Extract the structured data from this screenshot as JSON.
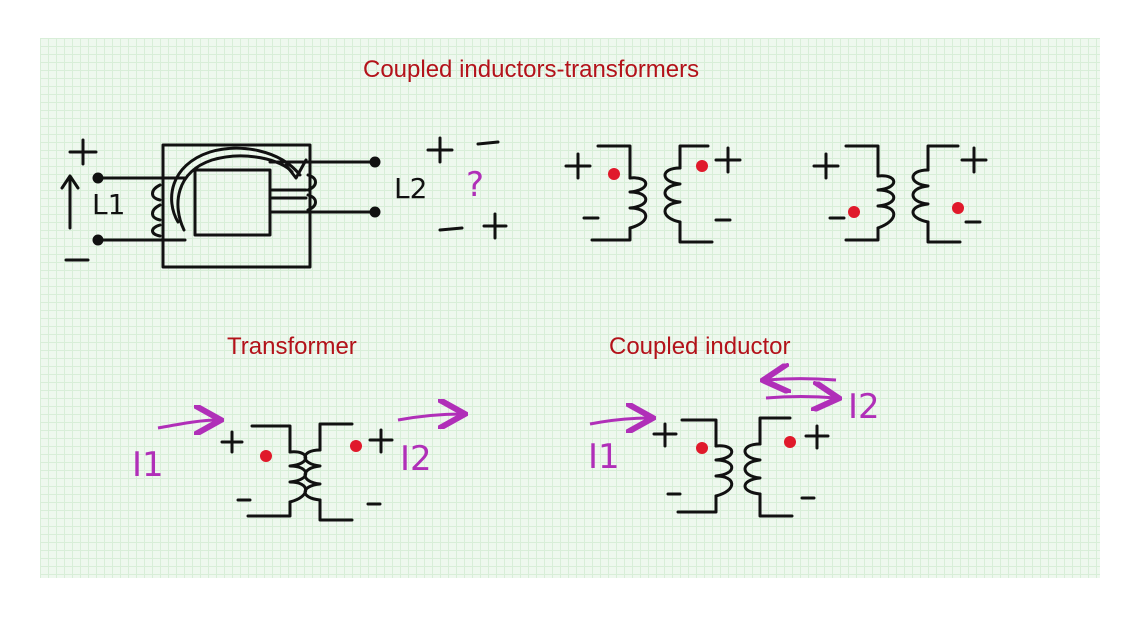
{
  "titles": {
    "main": "Coupled inductors-transformers",
    "transformer": "Transformer",
    "coupled": "Coupled inductor"
  },
  "labels": {
    "L1": "L1",
    "L2": "L2",
    "question": "?",
    "I1": "I1",
    "I2": "I2"
  },
  "colors": {
    "title": "#b3121a",
    "ink": "#111111",
    "dot": "#e0192b",
    "current": "#b02fb8",
    "question": "#b02fb8"
  }
}
